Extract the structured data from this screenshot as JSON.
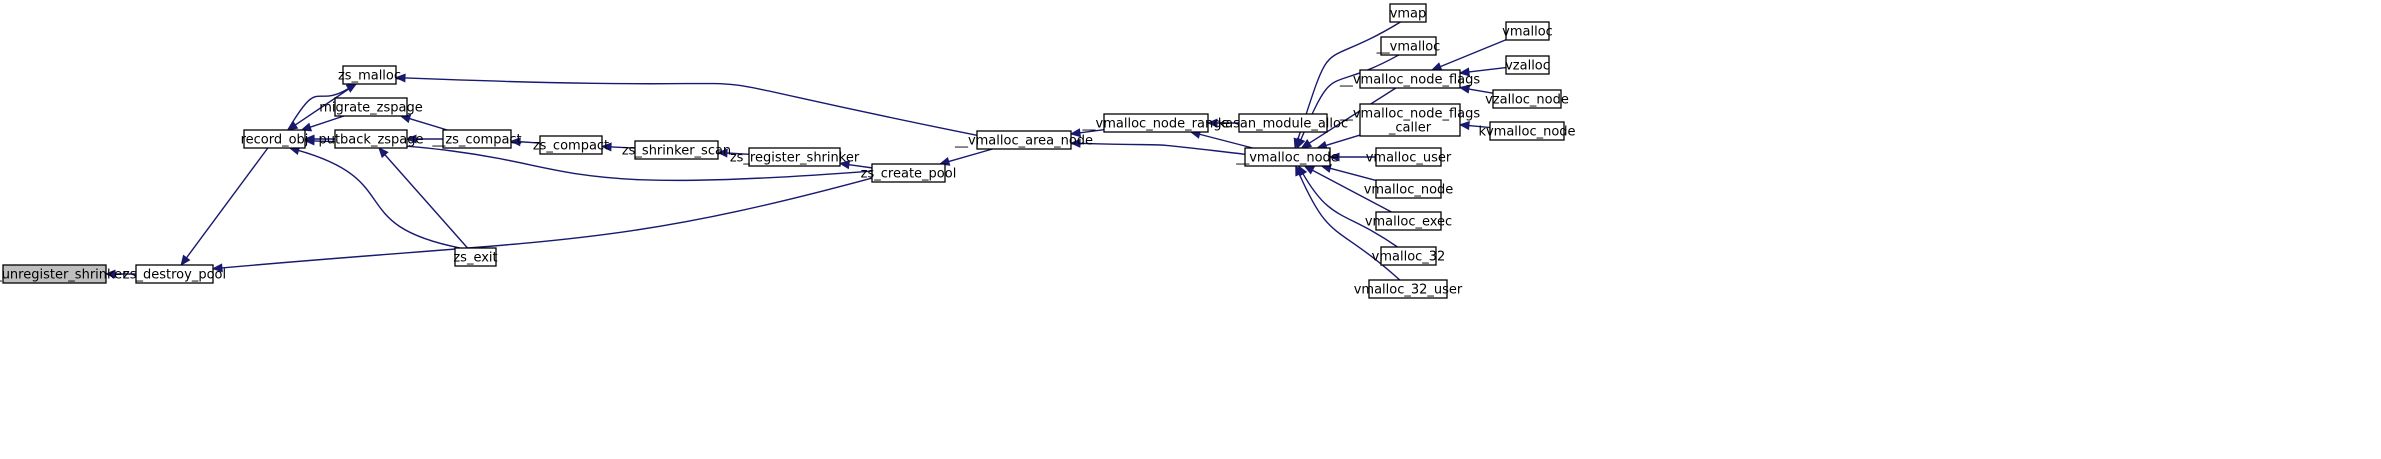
{
  "colors": {
    "edge": "#191970",
    "root_fill": "#bfbfbf",
    "node_fill": "#ffffff",
    "border": "#000000"
  },
  "nodes": [
    {
      "id": "zs_unregister_shrinker",
      "label": "zs_unregister_shrinker",
      "root": true
    },
    {
      "id": "zs_destroy_pool",
      "label": "zs_destroy_pool"
    },
    {
      "id": "record_obj",
      "label": "record_obj"
    },
    {
      "id": "zs_malloc",
      "label": "zs_malloc"
    },
    {
      "id": "migrate_zspage",
      "label": "migrate_zspage"
    },
    {
      "id": "putback_zspage",
      "label": "putback_zspage"
    },
    {
      "id": "zs_exit",
      "label": "zs_exit"
    },
    {
      "id": "__zs_compact",
      "label": "__zs_compact"
    },
    {
      "id": "zs_compact",
      "label": "zs_compact"
    },
    {
      "id": "zs_shrinker_scan",
      "label": "zs_shrinker_scan"
    },
    {
      "id": "zs_register_shrinker",
      "label": "zs_register_shrinker"
    },
    {
      "id": "zs_create_pool",
      "label": "zs_create_pool"
    },
    {
      "id": "__vmalloc_area_node",
      "label": "__vmalloc_area_node"
    },
    {
      "id": "__vmalloc_node_range",
      "label": "__vmalloc_node_range"
    },
    {
      "id": "kasan_module_alloc",
      "label": "kasan_module_alloc"
    },
    {
      "id": "__vmalloc_node",
      "label": "__vmalloc_node"
    },
    {
      "id": "vmap",
      "label": "vmap"
    },
    {
      "id": "__vmalloc",
      "label": "__vmalloc"
    },
    {
      "id": "__vmalloc_node_flags",
      "label": "__vmalloc_node_flags"
    },
    {
      "id": "__vmalloc_node_flags_caller",
      "label": "__vmalloc_node_flags\n_caller"
    },
    {
      "id": "vmalloc_user",
      "label": "vmalloc_user"
    },
    {
      "id": "vmalloc_node",
      "label": "vmalloc_node"
    },
    {
      "id": "vmalloc_exec",
      "label": "vmalloc_exec"
    },
    {
      "id": "vmalloc_32",
      "label": "vmalloc_32"
    },
    {
      "id": "vmalloc_32_user",
      "label": "vmalloc_32_user"
    },
    {
      "id": "vmalloc",
      "label": "vmalloc"
    },
    {
      "id": "vzalloc",
      "label": "vzalloc"
    },
    {
      "id": "vzalloc_node",
      "label": "vzalloc_node"
    },
    {
      "id": "kvmalloc_node",
      "label": "kvmalloc_node"
    }
  ],
  "edges": [
    {
      "from": "zs_destroy_pool",
      "to": "zs_unregister_shrinker"
    },
    {
      "from": "record_obj",
      "to": "zs_destroy_pool"
    },
    {
      "from": "zs_create_pool",
      "to": "zs_destroy_pool"
    },
    {
      "from": "zs_malloc",
      "to": "record_obj"
    },
    {
      "from": "migrate_zspage",
      "to": "record_obj"
    },
    {
      "from": "putback_zspage",
      "to": "record_obj"
    },
    {
      "from": "zs_exit",
      "to": "record_obj"
    },
    {
      "from": "zs_create_pool",
      "to": "record_obj"
    },
    {
      "from": "record_obj",
      "to": "zs_malloc"
    },
    {
      "from": "__vmalloc_area_node",
      "to": "zs_malloc"
    },
    {
      "from": "__zs_compact",
      "to": "migrate_zspage"
    },
    {
      "from": "__zs_compact",
      "to": "putback_zspage"
    },
    {
      "from": "zs_exit",
      "to": "putback_zspage"
    },
    {
      "from": "zs_compact",
      "to": "__zs_compact"
    },
    {
      "from": "zs_shrinker_scan",
      "to": "zs_compact"
    },
    {
      "from": "zs_register_shrinker",
      "to": "zs_shrinker_scan"
    },
    {
      "from": "zs_create_pool",
      "to": "zs_register_shrinker"
    },
    {
      "from": "__vmalloc_area_node",
      "to": "zs_create_pool"
    },
    {
      "from": "__vmalloc_node_range",
      "to": "__vmalloc_area_node"
    },
    {
      "from": "__vmalloc_node",
      "to": "__vmalloc_area_node"
    },
    {
      "from": "kasan_module_alloc",
      "to": "__vmalloc_node_range"
    },
    {
      "from": "__vmalloc_node",
      "to": "__vmalloc_node_range"
    },
    {
      "from": "vmap",
      "to": "__vmalloc_node"
    },
    {
      "from": "__vmalloc",
      "to": "__vmalloc_node"
    },
    {
      "from": "__vmalloc_node_flags",
      "to": "__vmalloc_node"
    },
    {
      "from": "__vmalloc_node_flags_caller",
      "to": "__vmalloc_node"
    },
    {
      "from": "vmalloc_user",
      "to": "__vmalloc_node"
    },
    {
      "from": "vmalloc_node",
      "to": "__vmalloc_node"
    },
    {
      "from": "vmalloc_exec",
      "to": "__vmalloc_node"
    },
    {
      "from": "vmalloc_32",
      "to": "__vmalloc_node"
    },
    {
      "from": "vmalloc_32_user",
      "to": "__vmalloc_node"
    },
    {
      "from": "vmalloc",
      "to": "__vmalloc_node_flags"
    },
    {
      "from": "vzalloc",
      "to": "__vmalloc_node_flags"
    },
    {
      "from": "vzalloc_node",
      "to": "__vmalloc_node_flags"
    },
    {
      "from": "kvmalloc_node",
      "to": "__vmalloc_node_flags_caller"
    }
  ]
}
